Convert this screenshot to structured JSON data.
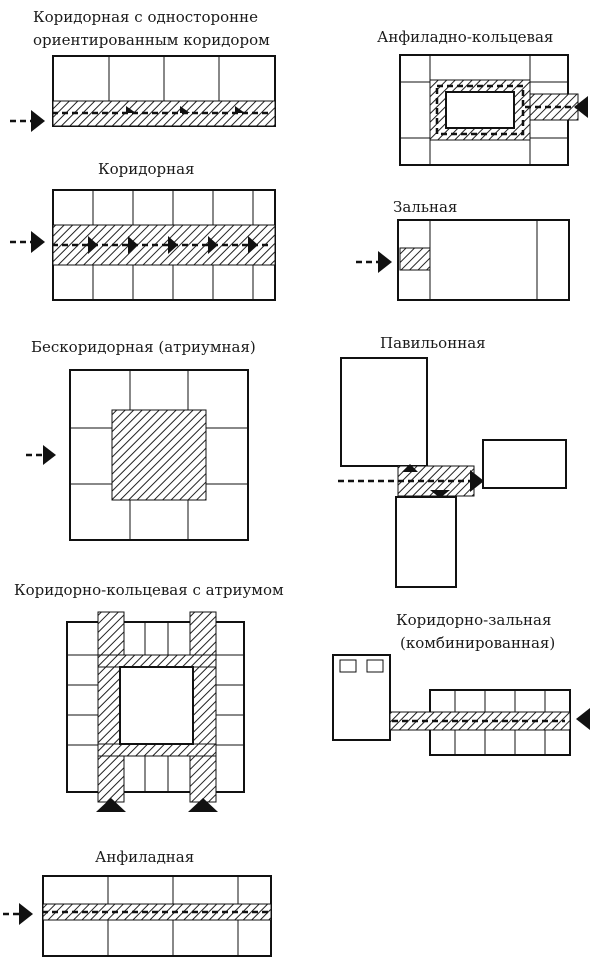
{
  "labels": {
    "one_sided_corridor_l1": "Коридорная с односторонне",
    "one_sided_corridor_l2": "ориентированным коридором",
    "enfilade_ring": "Анфиладно-кольцевая",
    "corridor": "Коридорная",
    "hall": "Зальная",
    "corridorless": "Бескоридорная (атриумная)",
    "pavilion": "Павильонная",
    "corridor_ring_atrium": "Коридорно-кольцевая с атриумом",
    "corridor_hall_l1": "Коридорно-зальная",
    "corridor_hall_l2": "(комбинированная)",
    "enfilade": "Анфиладная"
  }
}
